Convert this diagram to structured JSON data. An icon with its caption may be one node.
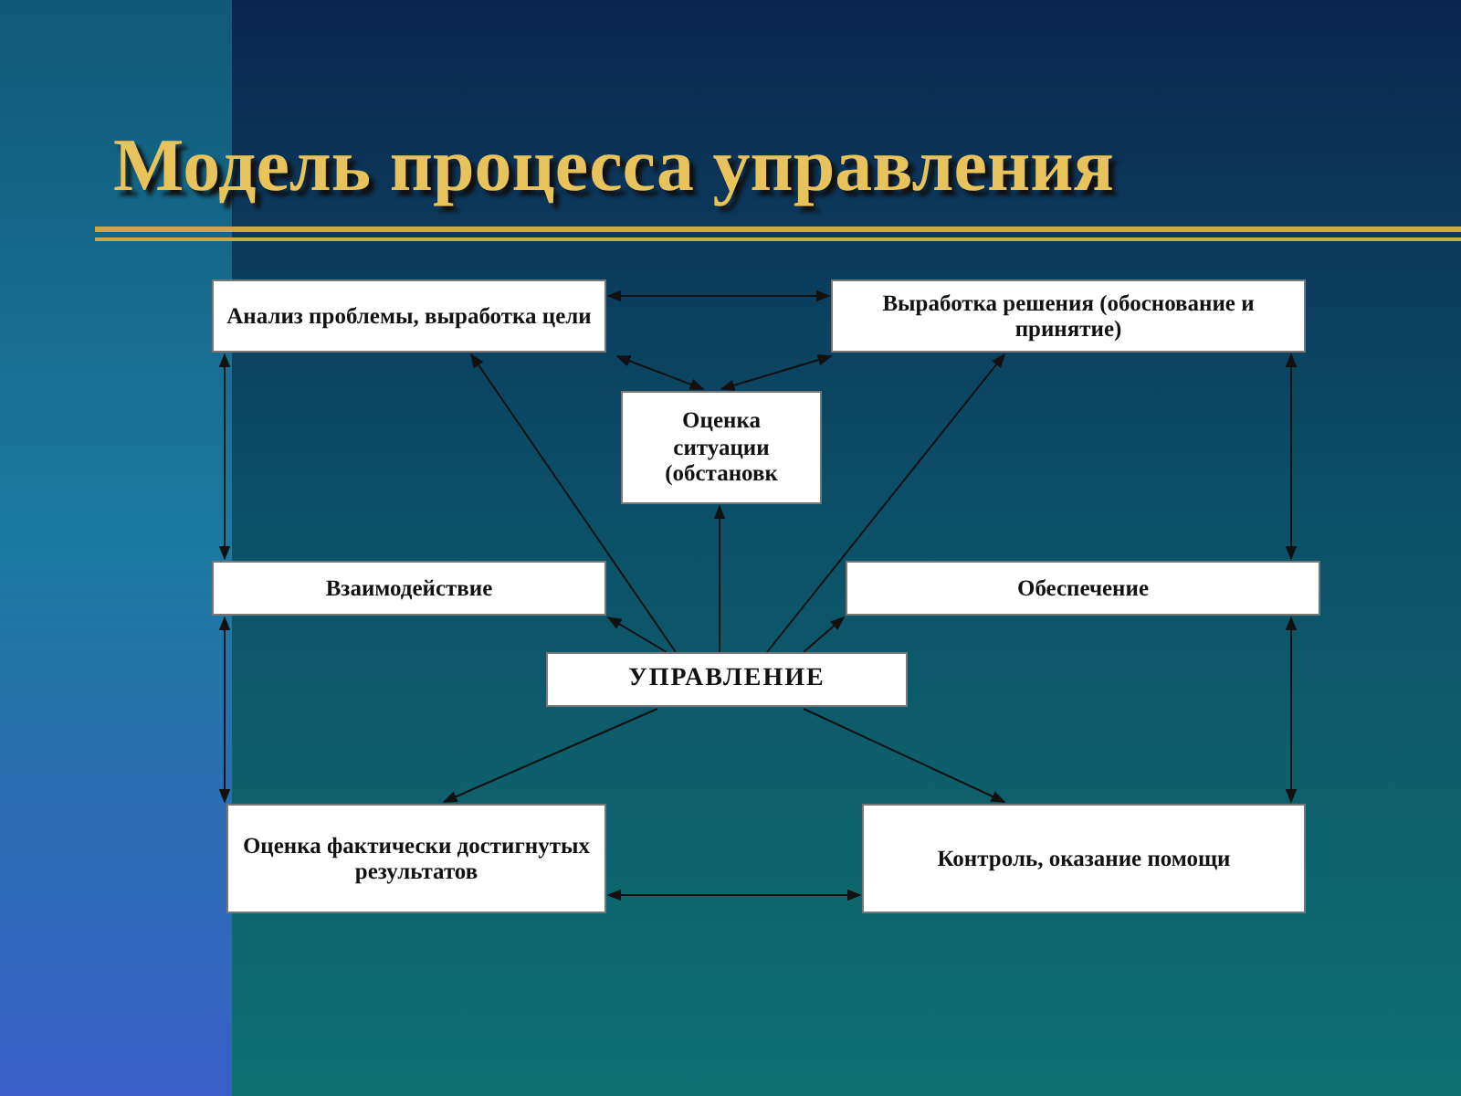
{
  "diagram": {
    "title": "Модель процесса управления",
    "nodes": [
      {
        "text": [
          "Анализ проблемы, выработка цели"
        ]
      },
      {
        "text": [
          "Выработка решения (обоснование и принятие)"
        ]
      },
      {
        "text": [
          "Оценка ситуации (обстановк"
        ]
      },
      {
        "text": [
          "Взаимодействие"
        ]
      },
      {
        "text": [
          "Обеспечение"
        ]
      },
      {
        "text": [
          "УПРАВЛЕНИЕ"
        ]
      },
      {
        "text": [
          "Оценка фактически достигнутых результатов"
        ]
      },
      {
        "text": [
          "Контроль, оказание помощи"
        ]
      }
    ],
    "edges": [
      {
        "from": 0,
        "to": 1,
        "arrow": "both"
      },
      {
        "from": 0,
        "to": 2,
        "arrow": "both"
      },
      {
        "from": 1,
        "to": 2,
        "arrow": "both"
      },
      {
        "from": 5,
        "to": 0,
        "arrow": "to"
      },
      {
        "from": 5,
        "to": 2,
        "arrow": "to"
      },
      {
        "from": 5,
        "to": 1,
        "arrow": "to"
      },
      {
        "from": 5,
        "to": 3,
        "arrow": "to"
      },
      {
        "from": 5,
        "to": 4,
        "arrow": "to"
      },
      {
        "from": 5,
        "to": 6,
        "arrow": "to"
      },
      {
        "from": 5,
        "to": 7,
        "arrow": "to"
      },
      {
        "from": 0,
        "to": 3,
        "arrow": "both"
      },
      {
        "from": 3,
        "to": 6,
        "arrow": "both"
      },
      {
        "from": 1,
        "to": 4,
        "arrow": "both"
      },
      {
        "from": 4,
        "to": 7,
        "arrow": "both"
      },
      {
        "from": 6,
        "to": 7,
        "arrow": "both"
      }
    ]
  }
}
